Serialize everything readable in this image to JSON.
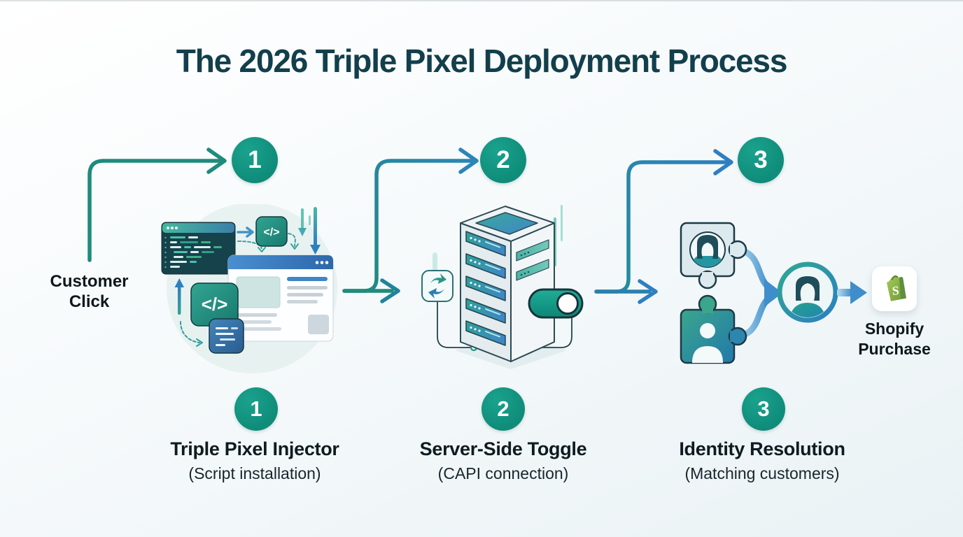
{
  "title": "The 2026 Triple Pixel Deployment Process",
  "flow": {
    "start": {
      "line1": "Customer",
      "line2": "Click"
    },
    "end": {
      "line1": "Shopify",
      "line2": "Purchase"
    }
  },
  "steps": [
    {
      "number": "1",
      "title": "Triple Pixel Injector",
      "subtitle": "(Script installation)"
    },
    {
      "number": "2",
      "title": "Server-Side Toggle",
      "subtitle": "(CAPI connection)"
    },
    {
      "number": "3",
      "title": "Identity Resolution",
      "subtitle": "(Matching customers)"
    }
  ],
  "colors": {
    "title": "#123f4b",
    "badge_teal": "#12907d",
    "connector_teal": "#1e8b7b",
    "connector_blue": "#2e7fc1",
    "shopify_green": "#95bf47",
    "background_bottom": "#eaf2f5"
  }
}
